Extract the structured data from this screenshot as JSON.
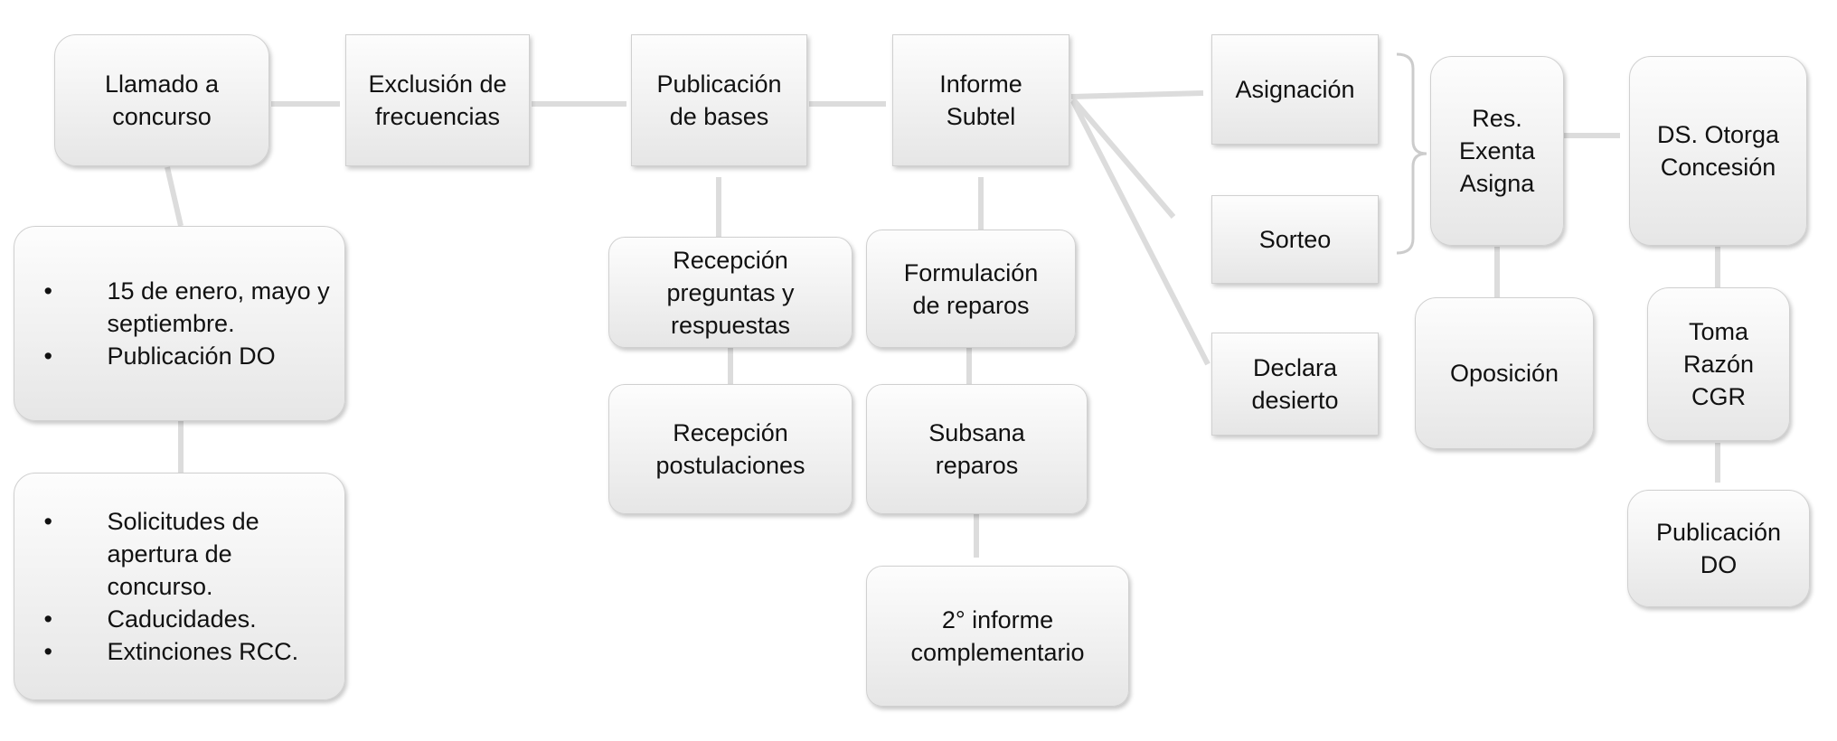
{
  "nodes": {
    "llamado": "Llamado a concurso",
    "exclusion": "Exclusión de frecuencias",
    "publicacion_bases": "Publicación de bases",
    "informe_subtel": "Informe Subtel",
    "asignacion": "Asignación",
    "sorteo": "Sorteo",
    "declara_desierto": "Declara desierto",
    "res_exenta": "Res. Exenta Asigna",
    "ds_otorga": "DS. Otorga Concesión",
    "recepcion_preguntas": "Recepción preguntas y respuestas",
    "recepcion_postulaciones": "Recepción postulaciones",
    "formulacion_reparos": "Formulación de reparos",
    "subsana_reparos": "Subsana reparos",
    "segundo_informe": "2° informe complementario",
    "oposicion": "Oposición",
    "toma_razon": "Toma Razón CGR",
    "publicacion_do": "Publicación DO"
  },
  "notes": {
    "fechas": [
      "15 de enero, mayo y septiembre.",
      "Publicación DO"
    ],
    "solicitudes": [
      "Solicitudes de apertura de concurso.",
      "Caducidades.",
      "Extinciones RCC."
    ]
  },
  "colors": {
    "connector": "#dcdcdc",
    "box_top": "#fdfdfd",
    "box_bottom": "#e6e6e6"
  }
}
